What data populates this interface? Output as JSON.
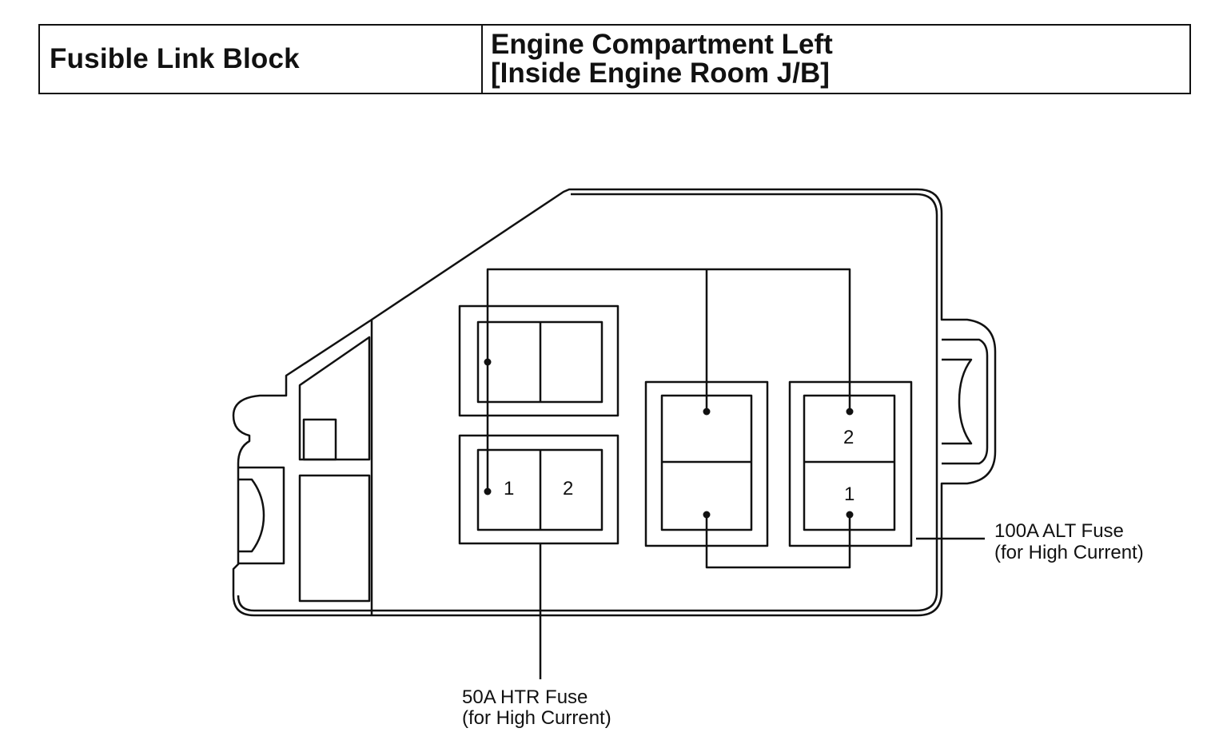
{
  "header": {
    "left_title": "Fusible Link Block",
    "right_line1": "Engine Compartment Left",
    "right_line2": "[Inside Engine Room J/B]"
  },
  "fuse_htr": {
    "terminal_1": "1",
    "terminal_2": "2",
    "label_line1": "50A HTR Fuse",
    "label_line2": "(for High Current)"
  },
  "fuse_alt": {
    "terminal_1": "1",
    "terminal_2": "2",
    "label_line1": "100A ALT Fuse",
    "label_line2": "(for High Current)"
  }
}
